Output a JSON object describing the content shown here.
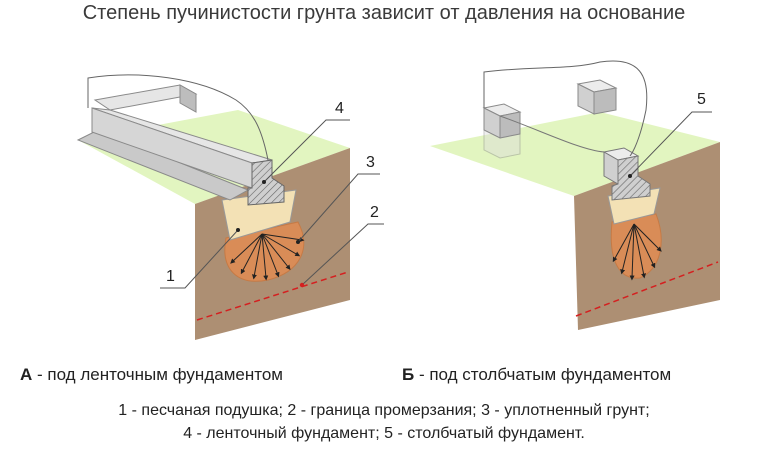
{
  "title": "Степень пучинистости грунта зависит от давления на основание",
  "diagram_a": {
    "letter": "А",
    "caption": " - под ленточным фундаментом",
    "labels": {
      "n1": "1",
      "n2": "2",
      "n3": "3",
      "n4": "4"
    }
  },
  "diagram_b": {
    "letter": "Б",
    "caption": " - под столбчатым фундаментом",
    "labels": {
      "n5": "5"
    }
  },
  "legend": {
    "line1": "1 - песчаная подушка; 2 - граница промерзания; 3 - уплотненный грунт;",
    "line2": "4 - ленточный фундамент; 5 - столбчатый фундамент."
  },
  "colors": {
    "surface": "#e2f5c0",
    "soil": "#ad8f73",
    "compacted": "#d98c57",
    "sand": "#f3e1b5",
    "concrete": "#d3d3d3",
    "frost_line": "#d42020"
  }
}
